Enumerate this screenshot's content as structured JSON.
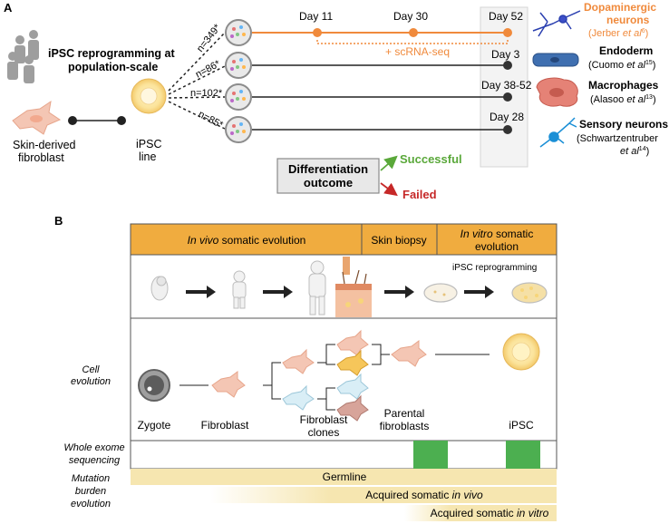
{
  "panel_a": {
    "label": "A",
    "title_line1": "iPSC reprogramming at",
    "title_line2": "population-scale",
    "fibroblast_label_line1": "Skin-derived",
    "fibroblast_label_line2": "fibroblast",
    "ipsc_label_line1": "iPSC",
    "ipsc_label_line2": "line",
    "counts": [
      "n=349*",
      "n=86*",
      "n=102*",
      "n=85*"
    ],
    "days_top": [
      "Day 11",
      "Day 30",
      "Day 52"
    ],
    "days_right": [
      "Day 3",
      "Day 38-52",
      "Day 28"
    ],
    "scrna": "+ scRNA-seq",
    "outcomes": [
      {
        "name_line1": "Dopaminergic",
        "name_line2": "neurons",
        "ref_prefix": "(Jerber ",
        "ref_italic": "et al",
        "ref_sup": "6",
        "ref_suffix": ")"
      },
      {
        "name_line1": "Endoderm",
        "ref_prefix": "(Cuomo ",
        "ref_italic": "et al",
        "ref_sup": "15",
        "ref_suffix": ")"
      },
      {
        "name_line1": "Macrophages",
        "ref_prefix": "(Alasoo ",
        "ref_italic": "et al",
        "ref_sup": "13",
        "ref_suffix": ")"
      },
      {
        "name_line1": "Sensory neurons",
        "ref_prefix": "(Schwartzentruber",
        "ref_line2_italic": "et al",
        "ref_sup": "14",
        "ref_suffix": ")"
      }
    ],
    "differentiation_line1": "Differentiation",
    "differentiation_line2": "outcome",
    "successful": "Successful",
    "failed": "Failed",
    "colors": {
      "orange": "#f08a3c",
      "green": "#5aa83a",
      "red": "#c62828",
      "blue_neuron": "#2a3fb0",
      "cyan_neuron": "#1a8fd6"
    }
  },
  "panel_b": {
    "label": "B",
    "header_invivo_italic": "In vivo",
    "header_invivo_rest": " somatic evolution",
    "header_biopsy": "Skin biopsy",
    "header_invitro_italic": "In vitro",
    "header_invitro_rest1": " somatic",
    "header_invitro_rest2": "evolution",
    "ipsc_reprogramming": "iPSC reprogramming",
    "cell_evolution_line1": "Cell",
    "cell_evolution_line2": "evolution",
    "zygote": "Zygote",
    "fibroblast": "Fibroblast",
    "fibroblast_clones_line1": "Fibroblast",
    "fibroblast_clones_line2": "clones",
    "parental_line1": "Parental",
    "parental_line2": "fibroblasts",
    "ipsc": "iPSC",
    "wes_line1": "Whole exome",
    "wes_line2": "sequencing",
    "mutation_line1": "Mutation",
    "mutation_line2": "burden",
    "mutation_line3": "evolution",
    "germline": "Germline",
    "acquired_invivo_prefix": "Acquired somatic ",
    "acquired_invivo_italic": "in vivo",
    "acquired_invitro_prefix": "Acquired somatic ",
    "acquired_invitro_italic": "in vitro",
    "colors": {
      "header": "#f0ac3f",
      "wes_green": "#4caf50",
      "germline": "#f6e6b0"
    }
  }
}
